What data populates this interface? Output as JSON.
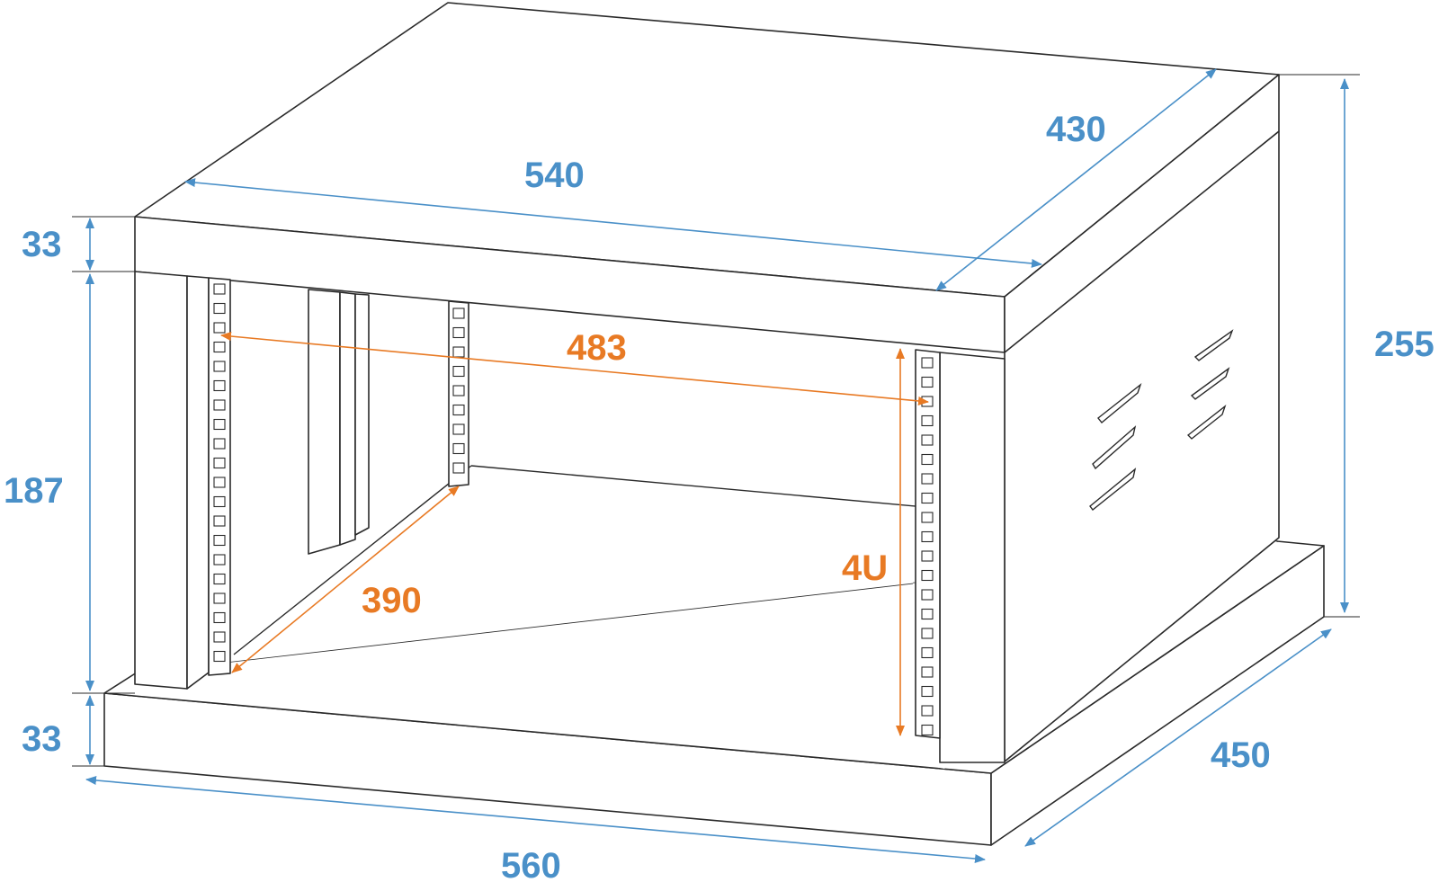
{
  "colors": {
    "outer_dimension": "#4a90c8",
    "inner_dimension": "#e87a24",
    "outline": "#2a2a2a"
  },
  "dimensions": {
    "outer": {
      "top_width": "540",
      "top_depth": "430",
      "total_height": "255",
      "lid_height": "33",
      "body_height": "187",
      "base_height": "33",
      "base_width": "560",
      "base_depth": "450"
    },
    "inner": {
      "rack_width": "483",
      "rack_depth": "390",
      "rack_units": "4U"
    }
  }
}
